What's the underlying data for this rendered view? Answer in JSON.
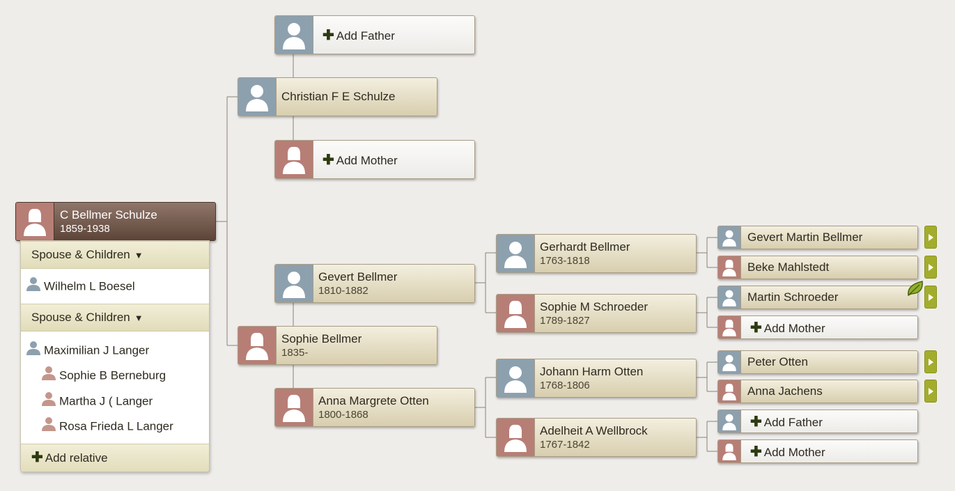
{
  "root": {
    "name": "C Bellmer Schulze",
    "dates": "1859-1938",
    "gender": "female"
  },
  "father_branch": {
    "person": {
      "name": "Christian F E Schulze",
      "gender": "male"
    },
    "add_father_label": "Add Father",
    "add_mother_label": "Add Mother"
  },
  "mother": {
    "name": "Sophie Bellmer",
    "dates": "1835-",
    "gender": "female"
  },
  "gen3": [
    {
      "name": "Gevert Bellmer",
      "dates": "1810-1882",
      "gender": "male"
    },
    {
      "name": "Anna Margrete Otten",
      "dates": "1800-1868",
      "gender": "female"
    }
  ],
  "gen4": [
    {
      "name": "Gerhardt Bellmer",
      "dates": "1763-1818",
      "gender": "male"
    },
    {
      "name": "Sophie M Schroeder",
      "dates": "1789-1827",
      "gender": "female"
    },
    {
      "name": "Johann Harm Otten",
      "dates": "1768-1806",
      "gender": "male"
    },
    {
      "name": "Adelheit A Wellbrock",
      "dates": "1767-1842",
      "gender": "female"
    }
  ],
  "gen5": [
    {
      "name": "Gevert Martin Bellmer",
      "gender": "male",
      "empty": false
    },
    {
      "name": "Beke Mahlstedt",
      "gender": "female",
      "empty": false
    },
    {
      "name": "Martin Schroeder",
      "gender": "male",
      "empty": false
    },
    {
      "name": "Add Mother",
      "gender": "female",
      "empty": true
    },
    {
      "name": "Peter Otten",
      "gender": "male",
      "empty": false
    },
    {
      "name": "Anna Jachens",
      "gender": "female",
      "empty": false
    },
    {
      "name": "Add Father",
      "gender": "male",
      "empty": true
    },
    {
      "name": "Add Mother",
      "gender": "female",
      "empty": true
    }
  ],
  "panel": {
    "spouse_header": "Spouse & Children",
    "spouse1": "Wilhelm L Boesel",
    "spouse2": "Maximilian J Langer",
    "children": [
      "Sophie B Berneburg",
      "Martha J ( Langer",
      "Rosa Frieda L Langer"
    ],
    "add_relative": "Add relative"
  },
  "icons": {
    "expand": "play-arrow-icon",
    "hint": "leaf-hint-icon",
    "add": "plus-icon",
    "dropdown": "caret-down-icon"
  },
  "colors": {
    "male_portrait": "#8da0ae",
    "female_portrait": "#b77e76",
    "root_box": "#6b5244",
    "arrow_button": "#a3ad2c",
    "box_fill": "#d8ceae"
  }
}
